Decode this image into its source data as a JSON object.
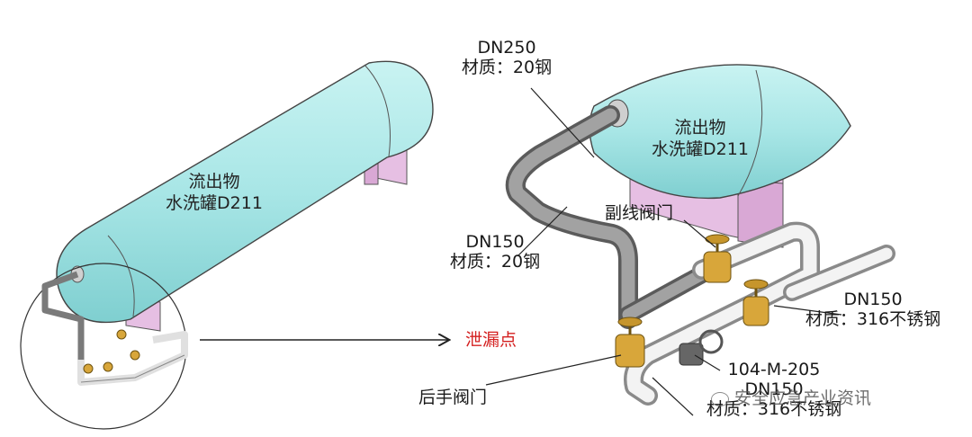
{
  "colors": {
    "tank": "#a8e6e6",
    "tank_shade": "#7fcfd0",
    "support": "#e6bfe3",
    "pipe_grey": "#8f8f8f",
    "pipe_white": "#f2f2f2",
    "valve": "#d8a63a",
    "leak_text": "#d42020"
  },
  "left_tank": {
    "line1": "流出物",
    "line2": "水洗罐D211"
  },
  "right_tank": {
    "line1": "流出物",
    "line2": "水洗罐D211"
  },
  "labels": {
    "dn250": {
      "line1": "DN250",
      "line2": "材质：20钢"
    },
    "dn150_left": {
      "line1": "DN150",
      "line2": "材质：20钢"
    },
    "bypass_valve": "副线阀门",
    "leak_point": "泄漏点",
    "rear_valve": "后手阀门",
    "dn150_right": {
      "line1": "DN150",
      "line2": "材质：316不锈钢"
    },
    "line_no": {
      "line1": "104-M-205",
      "line2": "DN150",
      "line3": "材质：316不锈钢"
    }
  },
  "watermark": {
    "icon": "wechat-icon",
    "text": "安全应急产业资讯"
  }
}
